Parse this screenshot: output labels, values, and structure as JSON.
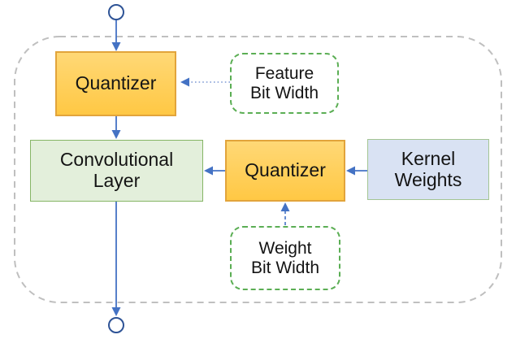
{
  "diagram": {
    "nodes": {
      "feature_quantizer": {
        "label": "Quantizer"
      },
      "weight_quantizer": {
        "label": "Quantizer"
      },
      "conv_layer": {
        "line1": "Convolutional",
        "line2": "Layer"
      },
      "kernel_weights": {
        "line1": "Kernel",
        "line2": "Weights"
      },
      "feature_bit_width": {
        "line1": "Feature",
        "line2": "Bit Width"
      },
      "weight_bit_width": {
        "line1": "Weight",
        "line2": "Bit Width"
      }
    },
    "colors": {
      "quantizer_fill_top": "#ffd876",
      "quantizer_fill_bottom": "#ffc844",
      "quantizer_border": "#e2a43b",
      "conv_fill": "#e3efdb",
      "conv_border": "#86b566",
      "kernel_fill": "#d9e2f3",
      "kernel_border": "#a3c493",
      "bit_width_border": "#5bae54",
      "arrow_blue": "#4472c4",
      "dotted_arrow_blue": "#7d99d4",
      "terminal_stroke": "#2e5396",
      "container_dash": "#bfbfbf",
      "text": "#141414"
    }
  }
}
